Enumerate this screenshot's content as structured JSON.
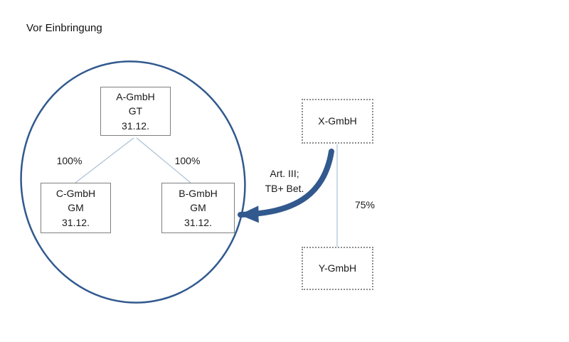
{
  "title": "Vor Einbringung",
  "entities": {
    "a": {
      "name": "A-GmbH",
      "role": "GT",
      "date": "31.12."
    },
    "c": {
      "name": "C-GmbH",
      "role": "GM",
      "date": "31.12."
    },
    "b": {
      "name": "B-GmbH",
      "role": "GM",
      "date": "31.12."
    },
    "x": {
      "name": "X-GmbH"
    },
    "y": {
      "name": "Y-GmbH"
    }
  },
  "labels": {
    "a_to_c_pct": "100%",
    "a_to_b_pct": "100%",
    "x_to_y_pct": "75%",
    "arrow_line1": "Art. III;",
    "arrow_line2": "TB+ Bet."
  },
  "colors": {
    "ellipse_stroke": "#31598E",
    "arrow": "#31598E",
    "connector": "#A9C0D6",
    "box_border_solid": "#7F7F7F",
    "box_border_dotted": "#8C8C8C",
    "text": "#1A1A1A"
  }
}
